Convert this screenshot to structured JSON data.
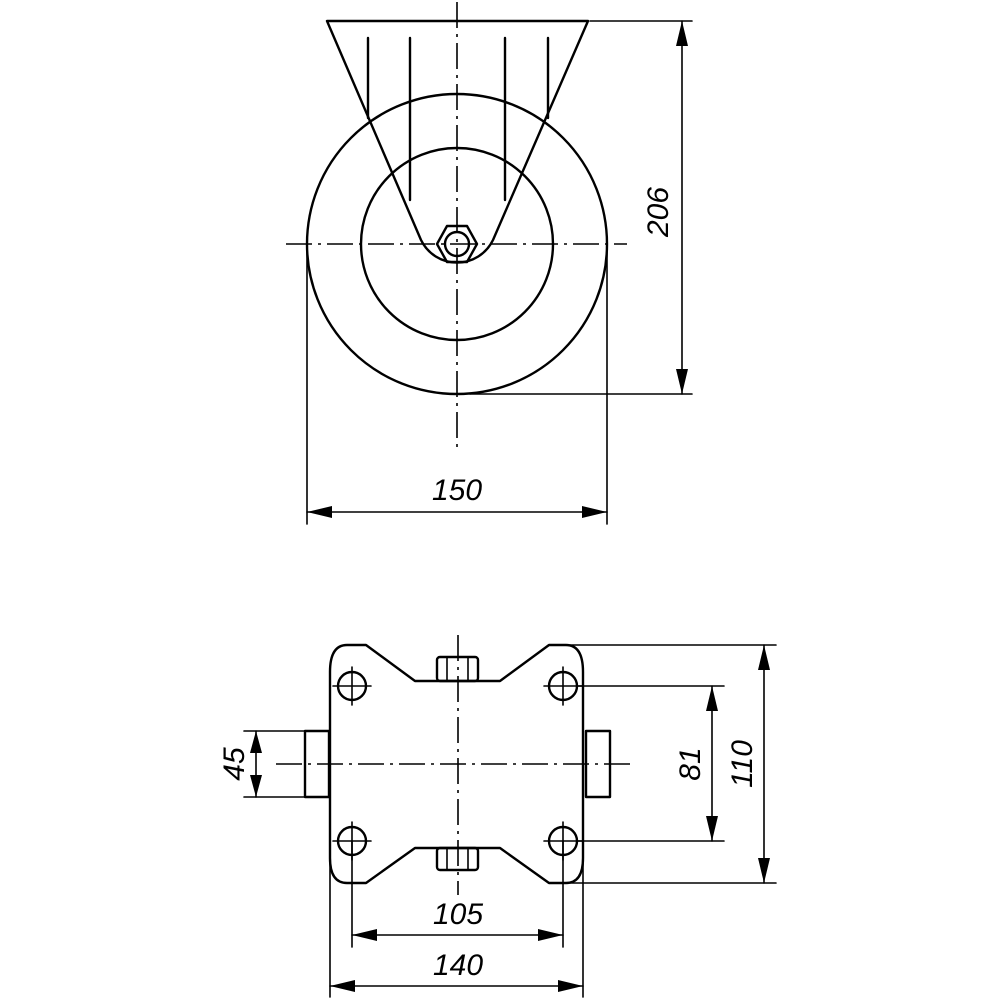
{
  "dimensions": {
    "overall_height": "206",
    "wheel_diameter": "150",
    "bracket_width": "45",
    "hole_spacing_vertical": "81",
    "plate_height": "110",
    "hole_spacing_horizontal": "105",
    "plate_width": "140"
  }
}
